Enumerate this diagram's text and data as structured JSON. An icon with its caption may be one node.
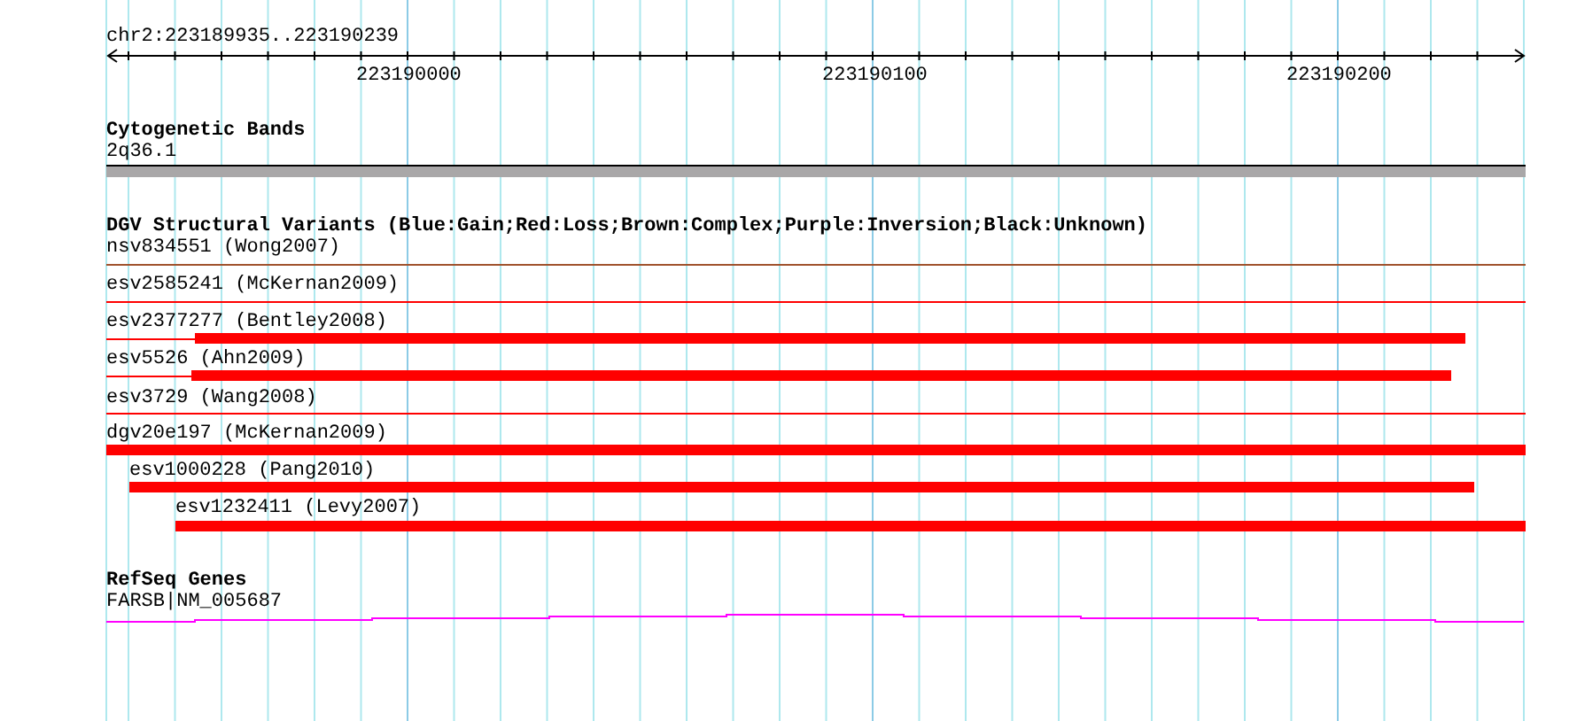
{
  "diagram": {
    "labels": [
      "chr2:223189935..223190239",
      "223190000",
      "223190100",
      "223190200",
      "Cytogenetic Bands",
      "2q36.1",
      "DGV Structural Variants (Blue:Gain;Red:Loss;Brown:Complex;Purple:Inversion;Black:Unknown)",
      "nsv834551 (Wong2007)",
      "esv2585241 (McKernan2009)",
      "esv2377277 (Bentley2008)",
      "esv5526 (Ahn2009)",
      "esv3729 (Wang2008)",
      "dgv20e197 (McKernan2009)",
      "esv1000228 (Pang2010)",
      "esv1232411 (Levy2007)",
      "RefSeq Genes",
      "FARSB|NM_005687"
    ]
  }
}
